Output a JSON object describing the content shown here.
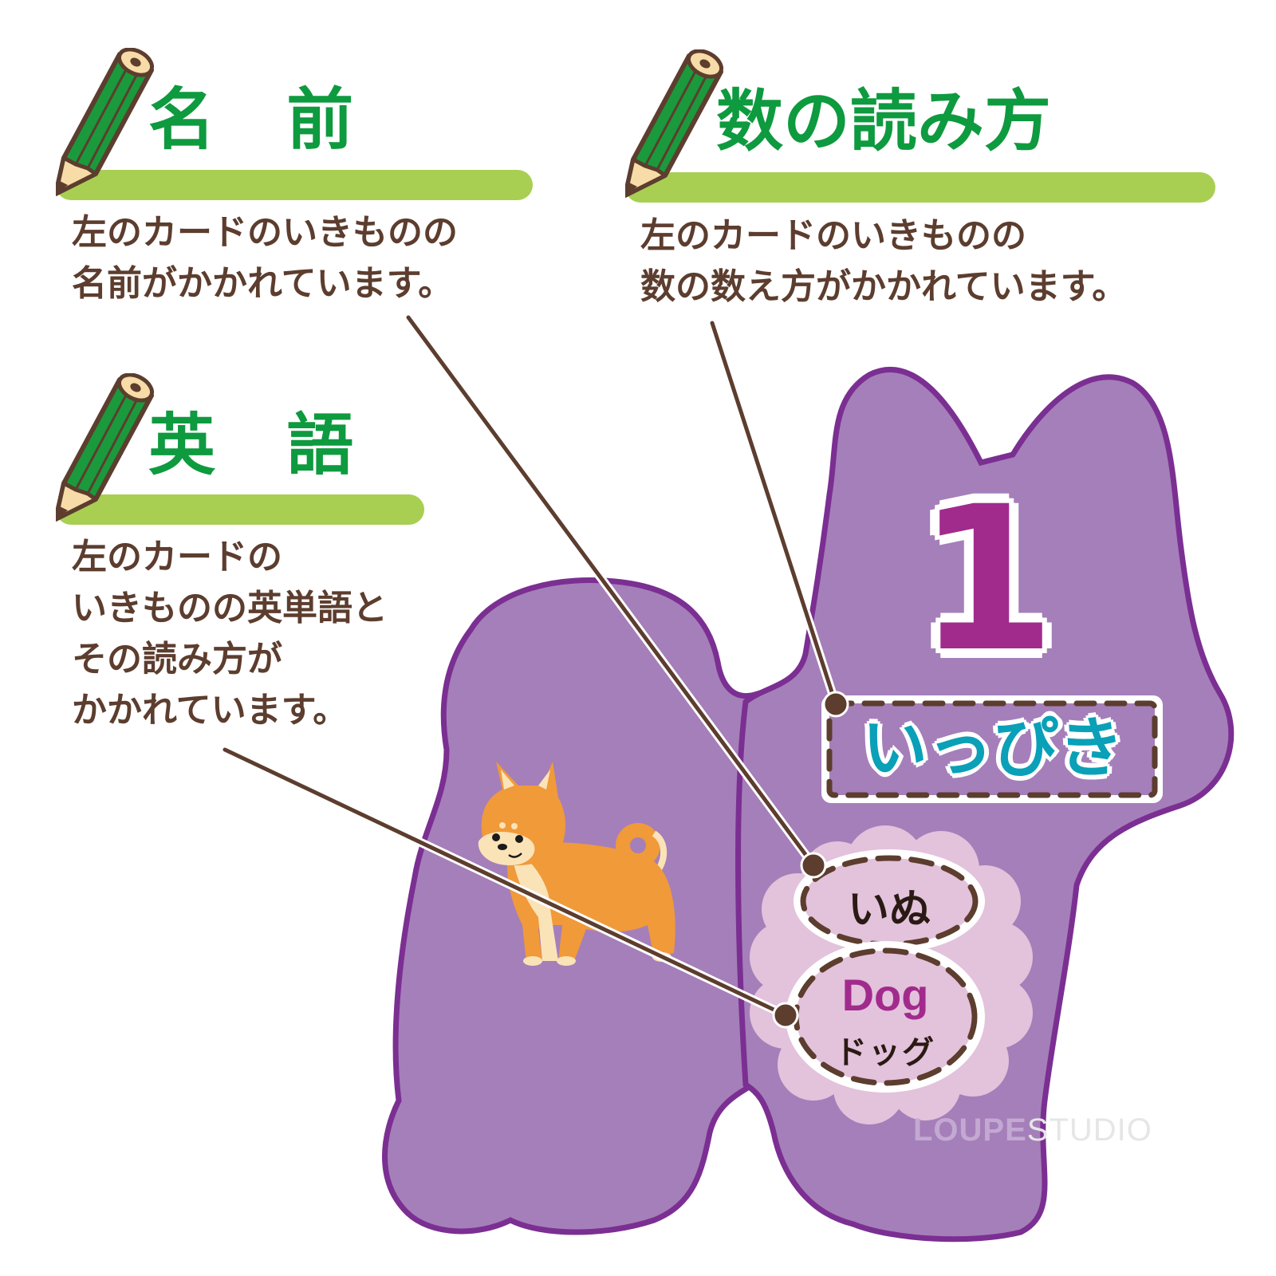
{
  "sections": {
    "name": {
      "title": "名 前",
      "description": "左のカードのいきものの\n名前がかかれています。"
    },
    "counting": {
      "title": "数の読み方",
      "description": "左のカードのいきものの\n数の数え方がかかれています。"
    },
    "english": {
      "title": "英 語",
      "description": "左のカードの\nいきものの英単語と\nその読み方が\nかかれています。"
    }
  },
  "card": {
    "number": "1",
    "counter_reading": "いっぴき",
    "animal_name_japanese": "いぬ",
    "animal_name_english": "Dog",
    "animal_name_english_reading": "ドッグ",
    "illustration": "shiba-dog-illustration"
  },
  "watermark": {
    "part1": "LOUPE",
    "part2": "STUDIO"
  },
  "colors": {
    "heading_green": "#0e9a3f",
    "bar_green": "#a8cf52",
    "text_brown": "#5c3d2e",
    "card_purple": "#a57fb9",
    "card_outline": "#7b2f92",
    "number_magenta": "#a12b8c",
    "counter_teal": "#0aa0b8",
    "label_pink": "#e3c2dc"
  }
}
